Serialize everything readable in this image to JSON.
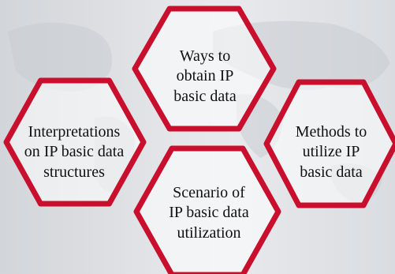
{
  "colors": {
    "hex_outline": "#c8102e",
    "hex_fill": "#ffffff",
    "text": "#111111"
  },
  "hexagons": [
    {
      "id": "ways",
      "label": "Ways to\nobtain IP\nbasic data"
    },
    {
      "id": "interpretations",
      "label": "Interpretations\non IP basic data\nstructures"
    },
    {
      "id": "methods",
      "label": "Methods to\nutilize IP\nbasic data"
    },
    {
      "id": "scenario",
      "label": "Scenario of\nIP basic data\nutilization"
    }
  ]
}
